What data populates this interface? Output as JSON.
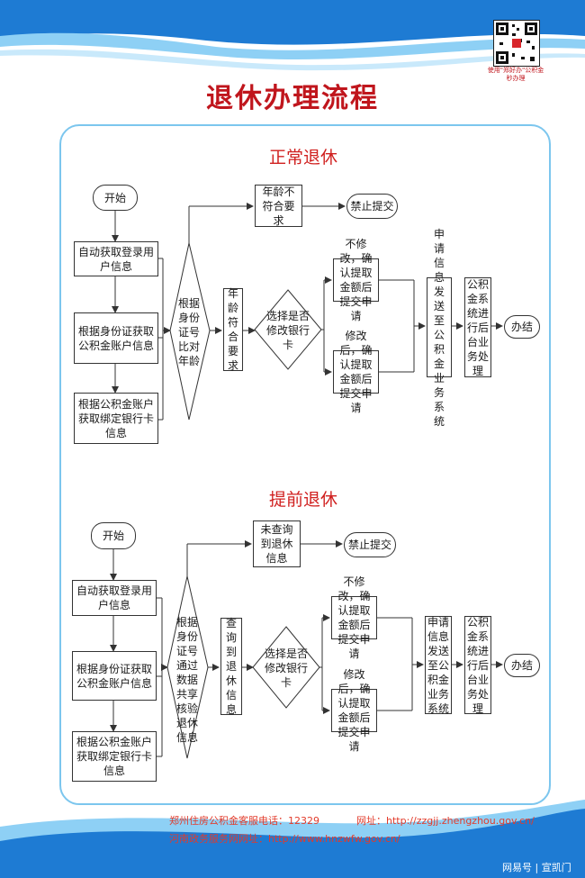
{
  "title": "退休办理流程",
  "qr_caption": "使用\"郑好办\"公积金秒办理",
  "section_normal": {
    "title": "正常退休",
    "start": "开始",
    "auto_fetch": "自动获取登录用户信息",
    "by_id": "根据身份证获取公积金账户信息",
    "by_account": "根据公积金账户获取绑定银行卡信息",
    "decision_age": "根据身份证号比对年龄",
    "age_fail": "年龄不符合要求",
    "forbid": "禁止提交",
    "age_ok": "年龄符合要求",
    "decision_card": "选择是否修改银行卡",
    "no_modify": "不修改，确认提取金额后提交申请",
    "modify": "修改后，确认提取金额后提交申请",
    "send": "申请信息发送至公积金业务系统",
    "backend": "公积金系统进行后台业务处理",
    "done": "办结"
  },
  "section_early": {
    "title": "提前退休",
    "start": "开始",
    "auto_fetch": "自动获取登录用户信息",
    "by_id": "根据身份证获取公积金账户信息",
    "by_account": "根据公积金账户获取绑定银行卡信息",
    "decision_verify": "根据身份证号通过数据共享核验退休信息",
    "not_found": "未查询到退休信息",
    "forbid": "禁止提交",
    "found": "查询到退休信息",
    "decision_card": "选择是否修改银行卡",
    "no_modify": "不修改，确认提取金额后提交申请",
    "modify": "修改后，确认提取金额后提交申请",
    "send": "申请信息发送至公积金业务系统",
    "backend": "公积金系统进行后台业务处理",
    "done": "办结"
  },
  "footer": {
    "hotline": "郑州住房公积金客服电话：12329",
    "website": "网址：http://zzgjj.zhengzhou.gov.cn/",
    "gov": "河南政务服务网网址：http://www.hnzwfw.gov.cn/"
  },
  "watermark": "网易号 | 宣凯门",
  "colors": {
    "title": "#c0161d",
    "panel_border": "#7cc6ee",
    "wave": "#1e7bd3",
    "footer_text": "#e23b2b"
  }
}
